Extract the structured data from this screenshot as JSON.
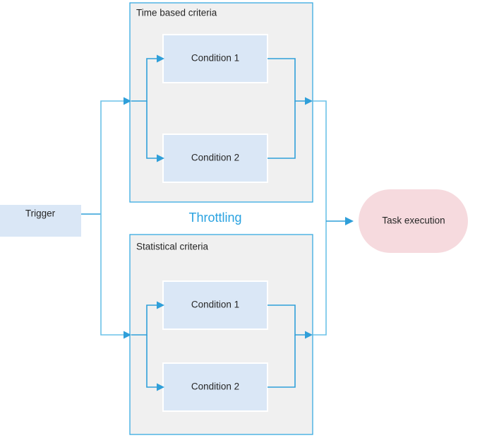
{
  "diagram": {
    "title_label": "Throttling",
    "accent_blue": "#2f9fd9",
    "group_fill": "#f0f0f0",
    "condition_fill": "#dae7f6",
    "task_fill": "#f6dade",
    "throttling_text_color": "#29a2e0"
  },
  "trigger": {
    "label": "Trigger"
  },
  "groups": [
    {
      "title": "Time based criteria",
      "conditions": [
        {
          "label": "Condition 1"
        },
        {
          "label": "Condition 2"
        }
      ]
    },
    {
      "title": "Statistical criteria",
      "conditions": [
        {
          "label": "Condition 1"
        },
        {
          "label": "Condition 2"
        }
      ]
    }
  ],
  "task": {
    "label": "Task execution"
  }
}
